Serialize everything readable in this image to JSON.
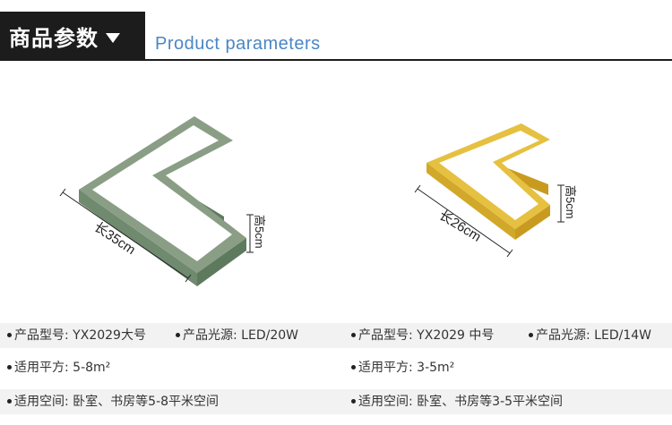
{
  "header": {
    "title_cn": "商品参数",
    "title_en": "Product parameters"
  },
  "products": [
    {
      "length_label": "长35cm",
      "height_label": "高5cm",
      "color": "#8a9e86",
      "model_label": "产品型号",
      "model_value": "YX2029大号",
      "light_label": "产品光源",
      "light_value": "LED/20W",
      "area_label": "适用平方",
      "area_value": "5-8m²",
      "space_label": "适用空间",
      "space_value": "卧室、书房等5-8平米空间"
    },
    {
      "length_label": "长26cm",
      "height_label": "高5cm",
      "color": "#e6c040",
      "model_label": "产品型号",
      "model_value": "YX2029 中号",
      "light_label": "产品光源",
      "light_value": "LED/14W",
      "area_label": "适用平方",
      "area_value": "3-5m²",
      "space_label": "适用空间",
      "space_value": "卧室、书房等3-5平米空间"
    }
  ]
}
